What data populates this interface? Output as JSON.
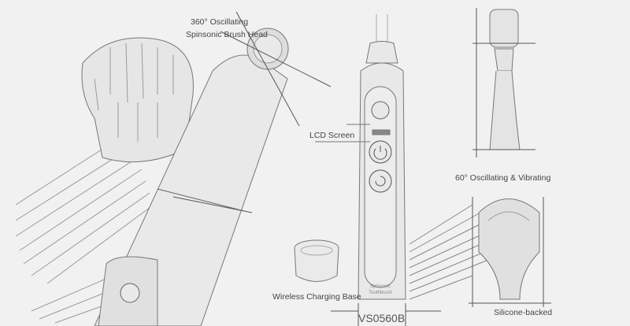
{
  "labels": {
    "brush_head_line1": "360° Oscillating",
    "brush_head_line2": "Spinsonic Brush Head",
    "lcd_screen": "LCD Screen",
    "oscillating_vibrating": "60° Oscillating & Vibrating",
    "charging_base": "Wireless Charging Base",
    "silicone_backed": "Silicone-backed",
    "handle_text_line1": "Spinsonic",
    "handle_text_line2": "Toothbrush",
    "model": "VS0560B"
  },
  "colors": {
    "background": "#f1f1f1",
    "sketch": "#6a6a6a",
    "body": "#e4e4e4"
  },
  "icons": [
    "flower-logo-icon",
    "power-icon",
    "mode-cycle-icon"
  ]
}
